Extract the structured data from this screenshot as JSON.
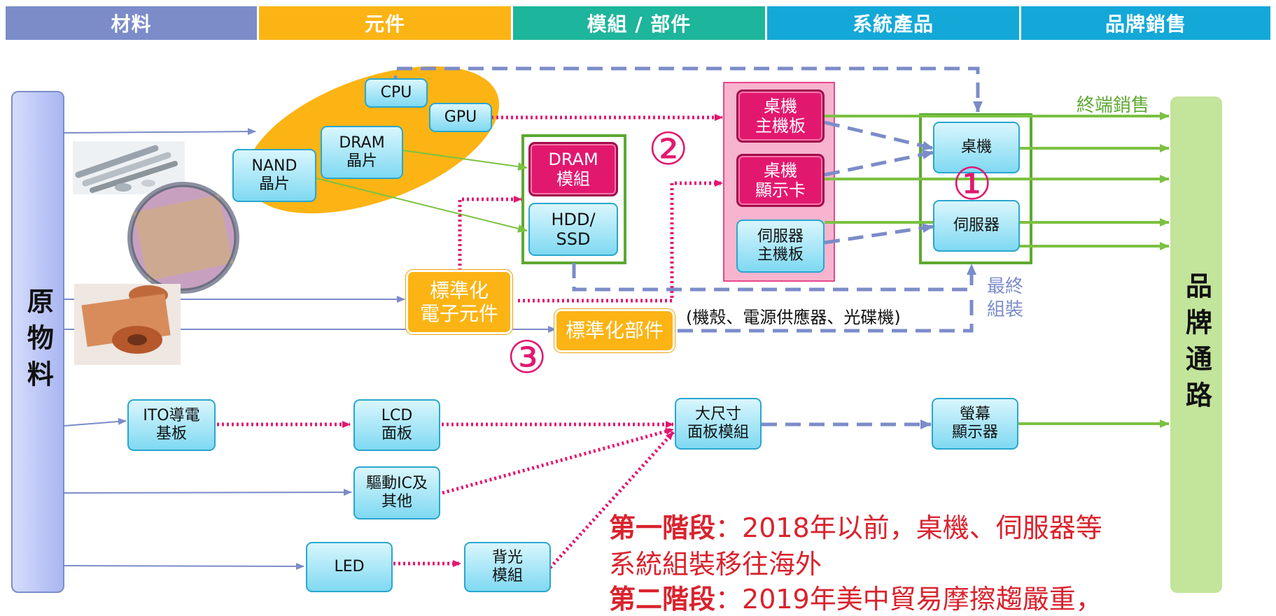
{
  "header": {
    "categories": [
      {
        "label": "材料",
        "color": "#7b8cc9"
      },
      {
        "label": "元件",
        "color": "#fbb414"
      },
      {
        "label": "模組 / 部件",
        "color": "#1db59b"
      },
      {
        "label": "系統產品",
        "color": "#13a8d8"
      },
      {
        "label": "品牌銷售",
        "color": "#13a8d8"
      }
    ]
  },
  "left_bar": {
    "label": "原物料"
  },
  "right_bar": {
    "label": "品牌通路"
  },
  "nodes": {
    "cpu": "CPU",
    "gpu": "GPU",
    "dram_chip": "DRAM\n晶片",
    "nand_chip": "NAND\n晶片",
    "dram_module": "DRAM\n模組",
    "hdd_ssd": "HDD/\nSSD",
    "desktop_mb": "桌機\n主機板",
    "desktop_gpu_card": "桌機\n顯示卡",
    "server_mb": "伺服器\n主機板",
    "desktop": "桌機",
    "server": "伺服器",
    "std_components": "標準化\n電子元件",
    "std_parts": "標準化部件",
    "ito": "ITO導電\n基板",
    "lcd": "LCD\n面板",
    "driver_ic": "驅動IC及\n其他",
    "large_panel": "大尺寸\n面板模組",
    "monitor": "螢幕\n顯示器",
    "led": "LED",
    "backlight": "背光\n模組"
  },
  "labels": {
    "terminal_sales": "終端銷售",
    "final_assembly": "最終\n組裝",
    "parts_note": "(機殼、電源供應器、光碟機)"
  },
  "markers": {
    "one": "①",
    "two": "②",
    "three": "③"
  },
  "stages": {
    "stage1_title": "第一階段",
    "stage1_text": "：2018年以前，桌機、伺服器等",
    "stage1_text2": "系統組裝移往海外",
    "stage2_title": "第二階段",
    "stage2_text": "：2019年美中貿易摩擦趨嚴重，"
  },
  "colors": {
    "green_flow": "#7cc142",
    "magenta": "#e2186f",
    "dashed_blue": "#7b8cc9",
    "orange": "#fbb414",
    "stage_red": "#d9232e"
  }
}
